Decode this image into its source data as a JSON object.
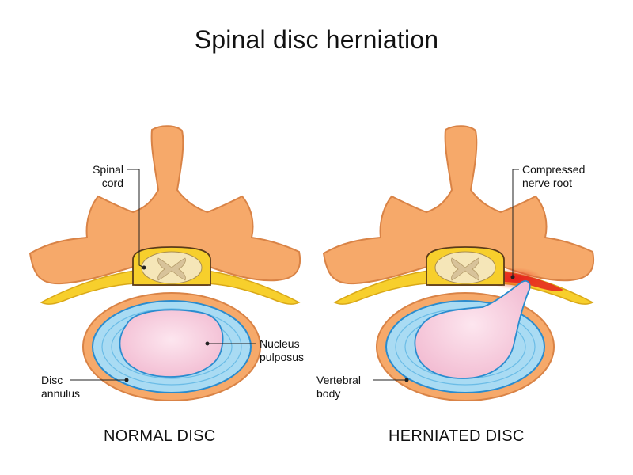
{
  "title": "Spinal disc herniation",
  "normal": {
    "caption": "NORMAL DISC",
    "labels": {
      "spinal_cord": [
        "Spinal",
        "cord"
      ],
      "nucleus_pulposus": [
        "Nucleus",
        "pulposus"
      ],
      "disc_annulus": [
        "Disc",
        "annulus"
      ]
    }
  },
  "herniated": {
    "caption": "HERNIATED DISC",
    "labels": {
      "compressed_nerve_root": [
        "Compressed",
        "nerve root"
      ],
      "vertebral_body": [
        "Vertebral",
        "body"
      ]
    }
  },
  "colors": {
    "bone": "#f6a96a",
    "bone_dark": "#d98346",
    "nerve": "#f7cf2c",
    "annulus": "#a9dbf3",
    "annulus_ring": "#2a8ccf",
    "nucleus": "#f7d0e0",
    "inflamed": "#e5221f"
  }
}
